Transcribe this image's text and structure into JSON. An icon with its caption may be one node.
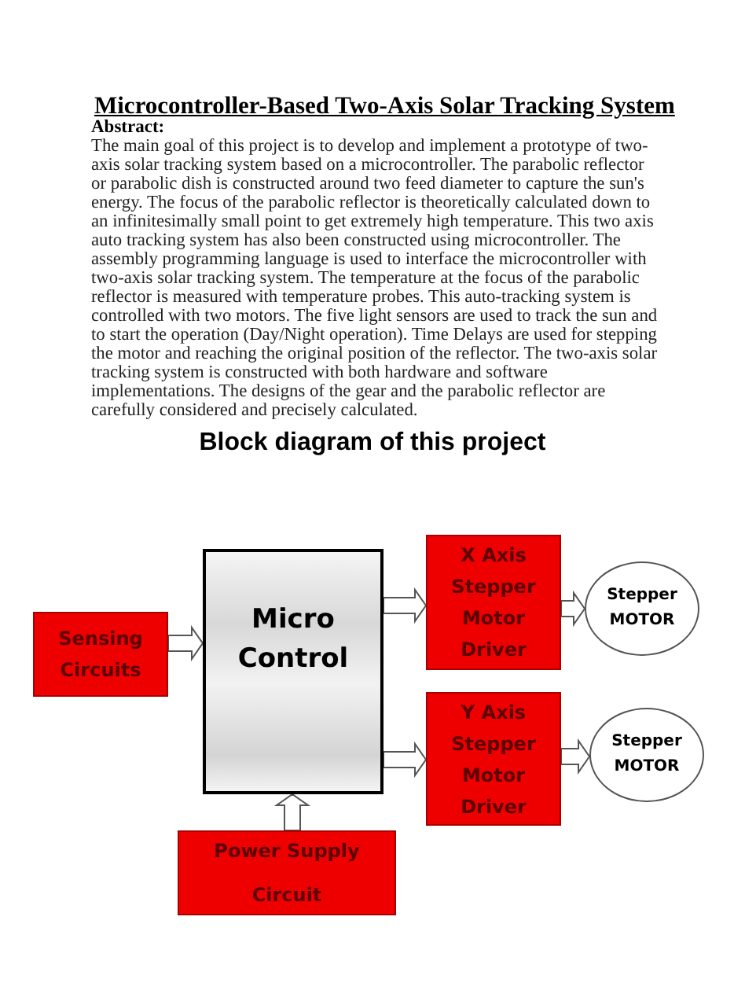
{
  "diagram": {
    "title": "Microcontroller-Based Two-Axis Solar Tracking System",
    "nodes": [
      {
        "text": [
          "Micro Control"
        ]
      },
      {
        "text": [
          "Sensing Circuits"
        ]
      },
      {
        "text": [
          "X Axis Stepper Motor Driver"
        ]
      },
      {
        "text": [
          "Stepper MOTOR"
        ]
      },
      {
        "text": [
          "Y Axis Stepper Motor Driver"
        ]
      },
      {
        "text": [
          "Stepper MOTOR"
        ]
      },
      {
        "text": [
          "Power Supply Circuit"
        ]
      }
    ],
    "edges": [
      {
        "from": 1,
        "to": 0,
        "arrow": "to"
      },
      {
        "from": 0,
        "to": 2,
        "arrow": "to"
      },
      {
        "from": 2,
        "to": 3,
        "arrow": "to"
      },
      {
        "from": 0,
        "to": 4,
        "arrow": "to"
      },
      {
        "from": 4,
        "to": 5,
        "arrow": "to"
      },
      {
        "from": 6,
        "to": 0,
        "arrow": "to"
      }
    ],
    "labels": [
      "Abstract:",
      "The main goal of this project is to develop and implement a prototype of two-axis solar tracking system based on a microcontroller. The parabolic reflector or parabolic dish is constructed around two feed diameter to capture the sun's energy. The focus of the parabolic reflector is theoretically calculated down to an infinitesimally small point to get extremely high temperature. This two axis auto tracking system has also been constructed using microcontroller. The assembly programming language is used to interface the microcontroller with two-axis solar tracking system. The temperature at the focus of the parabolic reflector is measured with temperature probes. This auto-tracking system is controlled with two motors. The five light sensors are used to track the sun and to start the operation (Day/Night operation). Time Delays are used for stepping the motor and reaching the original position of the reflector. The two-axis solar tracking system is constructed with both hardware and software implementations. The designs of the gear and the parabolic reflector are carefully considered and precisely calculated.",
      "Block diagram of this project"
    ]
  }
}
